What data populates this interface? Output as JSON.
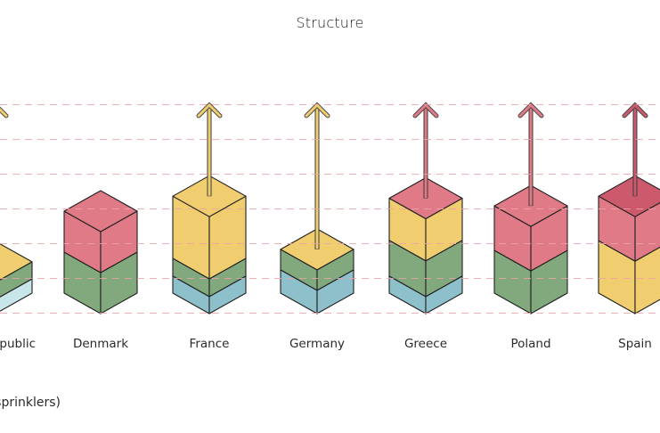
{
  "title": "Structure",
  "footnote": "sprinklers)",
  "colors": {
    "red": "#e07a86",
    "darkred": "#cc5a6c",
    "yellow": "#f0cd6f",
    "green": "#82a97e",
    "blue": "#8ec0cc",
    "lightblue": "#c8e5ea",
    "grid": "#eea3aa",
    "edge": "#1f1f1f"
  },
  "chart_data": {
    "type": "stacked-isometric-blocks",
    "title": "Structure",
    "grid_lines": 7,
    "columns": [
      {
        "label": "public",
        "layers": [
          {
            "color": "lightblue",
            "value": 0.41
          },
          {
            "color": "green",
            "value": 0.49
          }
        ],
        "top": "yellow",
        "arrow": "yellow"
      },
      {
        "label": "Denmark",
        "layers": [
          {
            "color": "green",
            "value": 1.18
          },
          {
            "color": "red",
            "value": 1.18
          }
        ],
        "top": "red",
        "arrow": null
      },
      {
        "label": "France",
        "layers": [
          {
            "color": "blue",
            "value": 0.49
          },
          {
            "color": "green",
            "value": 0.51
          },
          {
            "color": "yellow",
            "value": 1.79
          }
        ],
        "top": "yellow",
        "arrow": "yellow"
      },
      {
        "label": "Germany",
        "layers": [
          {
            "color": "blue",
            "value": 0.67
          },
          {
            "color": "green",
            "value": 0.59
          }
        ],
        "top": "yellow",
        "arrow": "yellow"
      },
      {
        "label": "Greece",
        "layers": [
          {
            "color": "blue",
            "value": 0.49
          },
          {
            "color": "green",
            "value": 1.03
          },
          {
            "color": "yellow",
            "value": 1.21
          }
        ],
        "top": "red",
        "arrow": "red"
      },
      {
        "label": "Poland",
        "layers": [
          {
            "color": "green",
            "value": 1.23
          },
          {
            "color": "red",
            "value": 1.28
          }
        ],
        "top": "red",
        "arrow": "red"
      },
      {
        "label": "Spain",
        "layers": [
          {
            "color": "yellow",
            "value": 1.51
          },
          {
            "color": "red",
            "value": 1.28
          }
        ],
        "top": "darkred",
        "arrow": "darkred"
      }
    ]
  }
}
